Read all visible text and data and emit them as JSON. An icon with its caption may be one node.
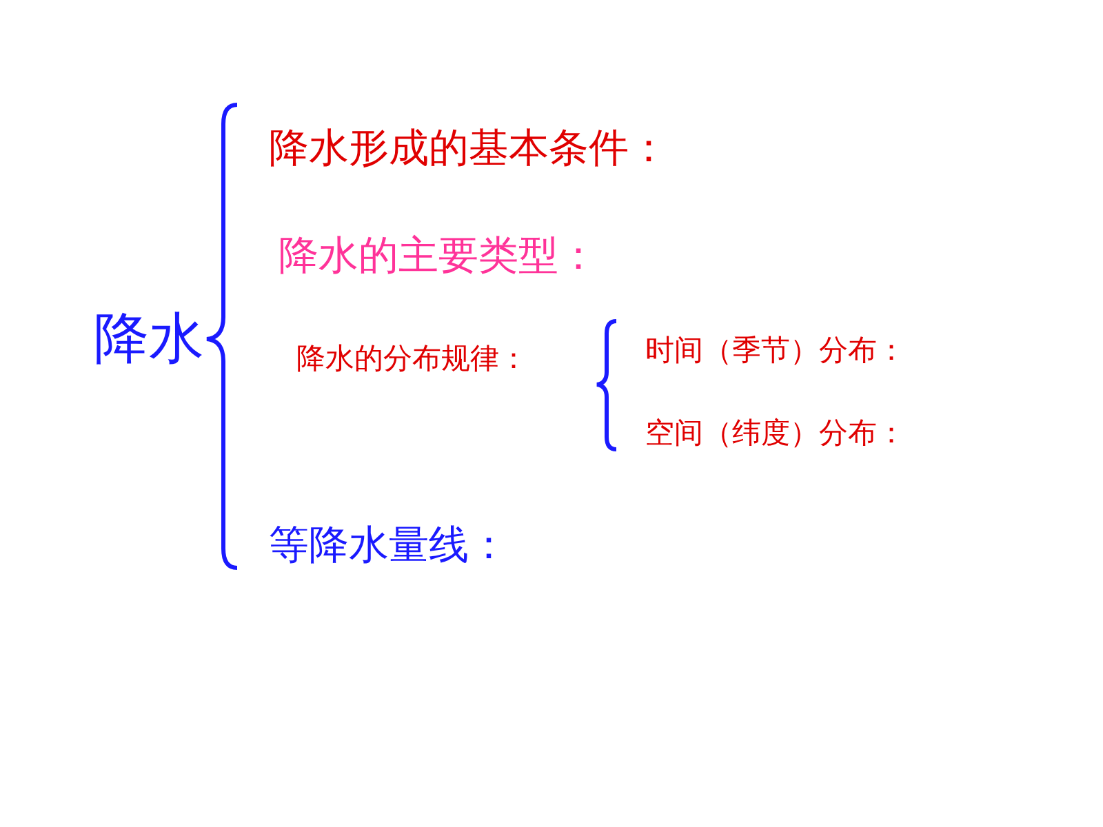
{
  "diagram": {
    "labels": [
      "降水",
      "降水形成的基本条件：",
      "降水的主要类型：",
      "降水的分布规律：",
      "时间（季节）分布：",
      "空间（纬度）分布：",
      "等降水量线："
    ]
  }
}
